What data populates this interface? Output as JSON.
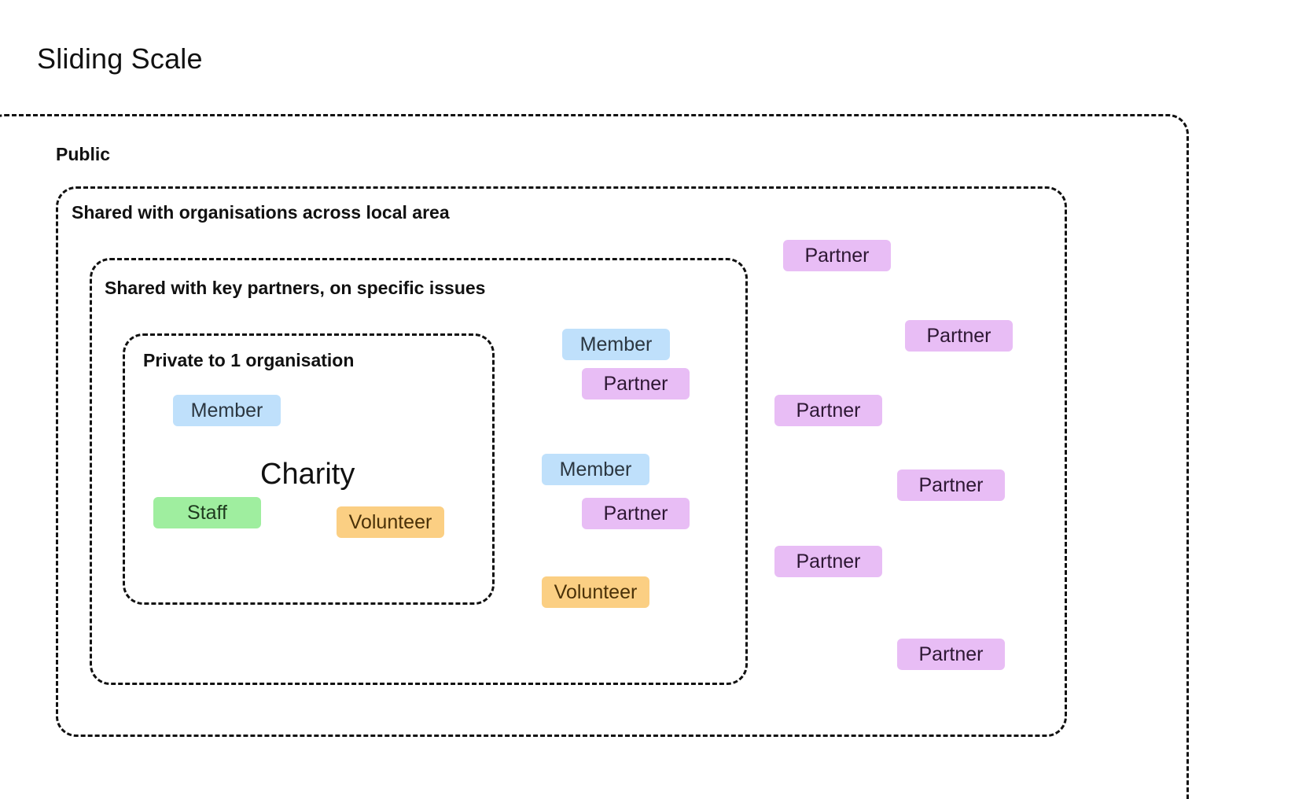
{
  "title": "Sliding Scale",
  "zones": {
    "public": "Public",
    "local": "Shared with organisations across local area",
    "key": "Shared with key partners, on specific issues",
    "private": "Private to 1 organisation"
  },
  "center_label": "Charity",
  "tags": {
    "private": {
      "member": "Member",
      "staff": "Staff",
      "volunteer": "Volunteer"
    },
    "key": {
      "member_1": "Member",
      "partner_1": "Partner",
      "member_2": "Member",
      "partner_2": "Partner",
      "volunteer": "Volunteer"
    },
    "local": {
      "partner_1": "Partner",
      "partner_2": "Partner",
      "partner_3": "Partner",
      "partner_4": "Partner",
      "partner_5": "Partner",
      "partner_6": "Partner"
    }
  },
  "colors": {
    "member": "#bfe0fb",
    "partner": "#e8bdf5",
    "staff": "#9fee9f",
    "volunteer": "#fbcf83"
  }
}
